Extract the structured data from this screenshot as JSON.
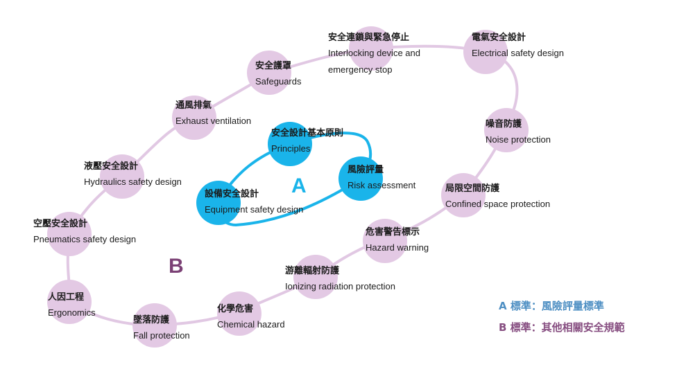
{
  "colors": {
    "inner": "#1ab4ea",
    "outer_node": "#e3c9e4",
    "outer_path": "#e1c8e3",
    "b_label": "#7b4175",
    "legend_a": "#4e8fc3",
    "legend_b": "#864d80"
  },
  "inner": [
    {
      "zh": "安全設計基本原則",
      "en": "Principles"
    },
    {
      "zh": "風險評量",
      "en": "Risk assessment"
    },
    {
      "zh": "設備安全設計",
      "en": "Equipment safety design"
    }
  ],
  "outer": [
    {
      "zh": "墜落防護",
      "en": "Fall protection"
    },
    {
      "zh": "人因工程",
      "en": "Ergonomics"
    },
    {
      "zh": "空壓安全設計",
      "en": "Pneumatics safety design"
    },
    {
      "zh": "液壓安全設計",
      "en": "Hydraulics safety design"
    },
    {
      "zh": "通風排氣",
      "en": "Exhaust ventilation"
    },
    {
      "zh": "安全護罩",
      "en": "Safeguards"
    },
    {
      "zh": "安全連鎖與緊急停止",
      "en": "Interlocking device and\nemergency stop"
    },
    {
      "zh": "電氣安全設計",
      "en": "Electrical safety design"
    },
    {
      "zh": "噪音防護",
      "en": "Noise protection"
    },
    {
      "zh": "局限空間防護",
      "en": "Confined space protection"
    },
    {
      "zh": "危害警告標示",
      "en": "Hazard warning"
    },
    {
      "zh": "游離輻射防護",
      "en": "Ionizing radiation protection"
    },
    {
      "zh": "化學危害",
      "en": "Chemical hazard"
    }
  ],
  "labels": {
    "a": "A",
    "b": "B"
  },
  "legend": {
    "a": "A 標準：風險評量標準",
    "b": "B 標準：其他相關安全規範"
  }
}
